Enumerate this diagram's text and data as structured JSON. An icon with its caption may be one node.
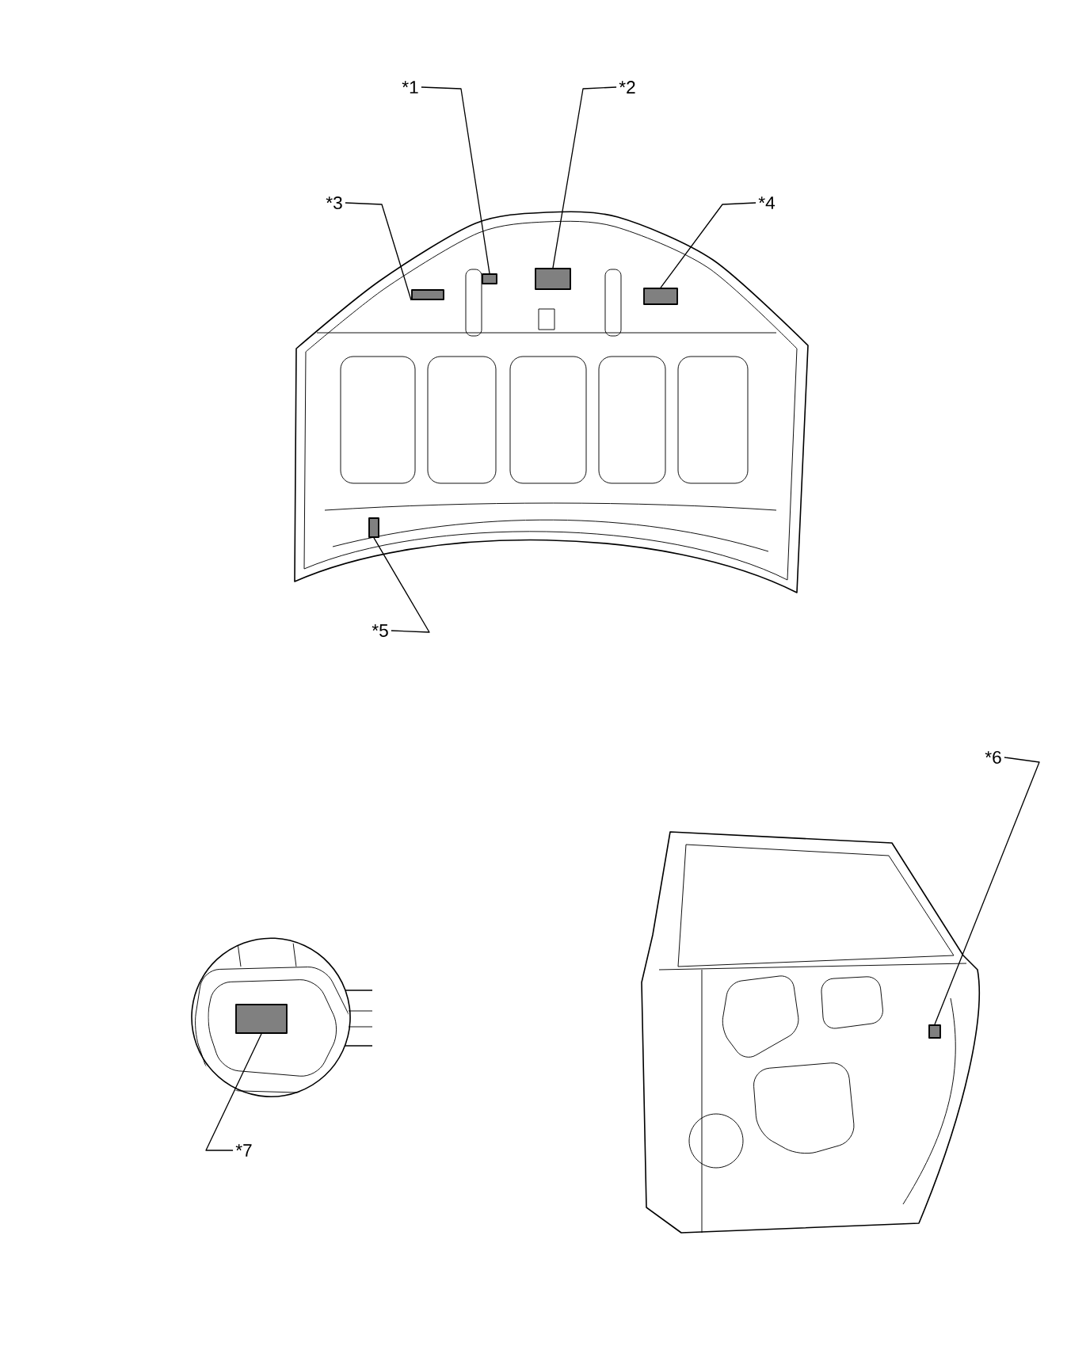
{
  "diagram": {
    "nodes": [
      {
        "text": [
          "*1"
        ]
      },
      {
        "text": [
          "*2"
        ]
      },
      {
        "text": [
          "*3"
        ]
      },
      {
        "text": [
          "*4"
        ]
      },
      {
        "text": [
          "*5"
        ]
      },
      {
        "text": [
          "*6"
        ]
      },
      {
        "text": [
          "*7"
        ]
      },
      {
        "text": [],
        "shape": "box"
      },
      {
        "text": [],
        "shape": "box"
      },
      {
        "text": [],
        "shape": "box"
      },
      {
        "text": [],
        "shape": "box"
      },
      {
        "text": [],
        "shape": "box"
      },
      {
        "text": [],
        "shape": "box"
      },
      {
        "text": [],
        "shape": "box"
      }
    ],
    "edges": [
      {
        "from": 0,
        "to": 7,
        "arrow": "none"
      },
      {
        "from": 1,
        "to": 8,
        "arrow": "none"
      },
      {
        "from": 2,
        "to": 9,
        "arrow": "none"
      },
      {
        "from": 3,
        "to": 10,
        "arrow": "none"
      },
      {
        "from": 4,
        "to": 11,
        "arrow": "none"
      },
      {
        "from": 5,
        "to": 12,
        "arrow": "none"
      },
      {
        "from": 6,
        "to": 13,
        "arrow": "none"
      }
    ]
  }
}
